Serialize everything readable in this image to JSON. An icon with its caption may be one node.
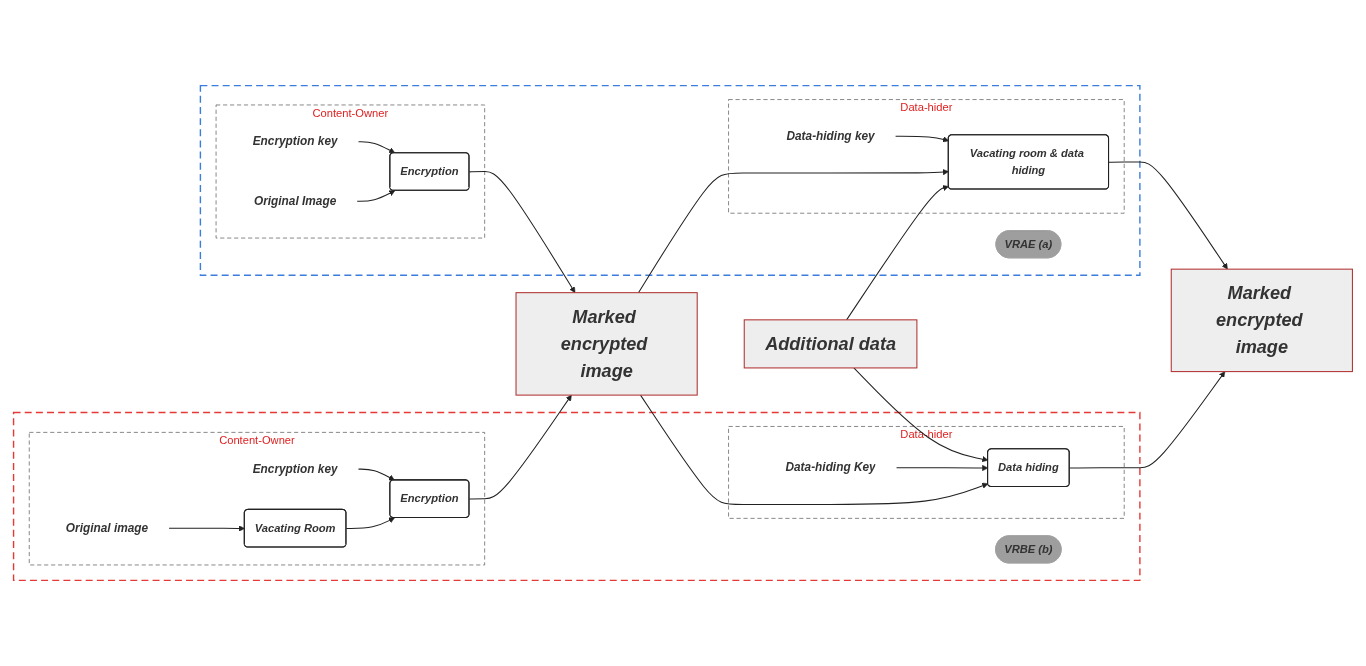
{
  "diagram": {
    "nodes": [
      {
        "text": [],
        "shape": "box"
      },
      {
        "text": [
          "Content-Owner"
        ],
        "in": 0
      },
      {
        "text": [
          "Encryption key"
        ],
        "in": 1
      },
      {
        "text": [
          "Original Image"
        ],
        "in": 1
      },
      {
        "text": [
          "Encryption"
        ],
        "in": 1
      },
      {
        "text": [
          "VRAE (a)"
        ],
        "in": 0
      },
      {
        "text": [
          "Marked encrypted image"
        ]
      },
      {
        "text": [
          "Data-hider"
        ],
        "in": 0
      },
      {
        "text": [
          "Data-hiding key"
        ],
        "in": 7
      },
      {
        "text": [
          "Vacating room & data hiding"
        ],
        "in": 7
      },
      {
        "text": [
          "Additional data"
        ]
      },
      {
        "text": [
          "Marked encrypted image"
        ]
      },
      {
        "text": [],
        "shape": "box"
      },
      {
        "text": [
          "Content-Owner"
        ],
        "in": 12
      },
      {
        "text": [
          "Encryption key"
        ],
        "in": 13
      },
      {
        "text": [
          "Encryption"
        ],
        "in": 13
      },
      {
        "text": [
          "Original image"
        ],
        "in": 13
      },
      {
        "text": [
          "Vacating Room"
        ],
        "in": 13
      },
      {
        "text": [
          "VRBE (b)"
        ],
        "in": 12
      },
      {
        "text": [
          "Data-hider"
        ],
        "in": 12
      },
      {
        "text": [
          "Data hiding"
        ],
        "in": 19
      },
      {
        "text": [
          "Data-hiding Key"
        ],
        "in": 19
      }
    ],
    "edges": [
      {
        "from": 2,
        "to": 4,
        "arrow": "to"
      },
      {
        "from": 3,
        "to": 4,
        "arrow": "to"
      },
      {
        "from": 4,
        "to": 6,
        "arrow": "to"
      },
      {
        "from": 6,
        "to": 9,
        "arrow": "to"
      },
      {
        "from": 8,
        "to": 9,
        "arrow": "to"
      },
      {
        "from": 10,
        "to": 9,
        "arrow": "to"
      },
      {
        "from": 9,
        "to": 11,
        "arrow": "to"
      },
      {
        "from": 14,
        "to": 15,
        "arrow": "to"
      },
      {
        "from": 16,
        "to": 17,
        "arrow": "to"
      },
      {
        "from": 17,
        "to": 15,
        "arrow": "to"
      },
      {
        "from": 15,
        "to": 6,
        "arrow": "to"
      },
      {
        "from": 6,
        "to": 20,
        "arrow": "to"
      },
      {
        "from": 10,
        "to": 20,
        "arrow": "to"
      },
      {
        "from": 21,
        "to": 20,
        "arrow": "to"
      },
      {
        "from": 20,
        "to": 11,
        "arrow": "to"
      }
    ]
  }
}
